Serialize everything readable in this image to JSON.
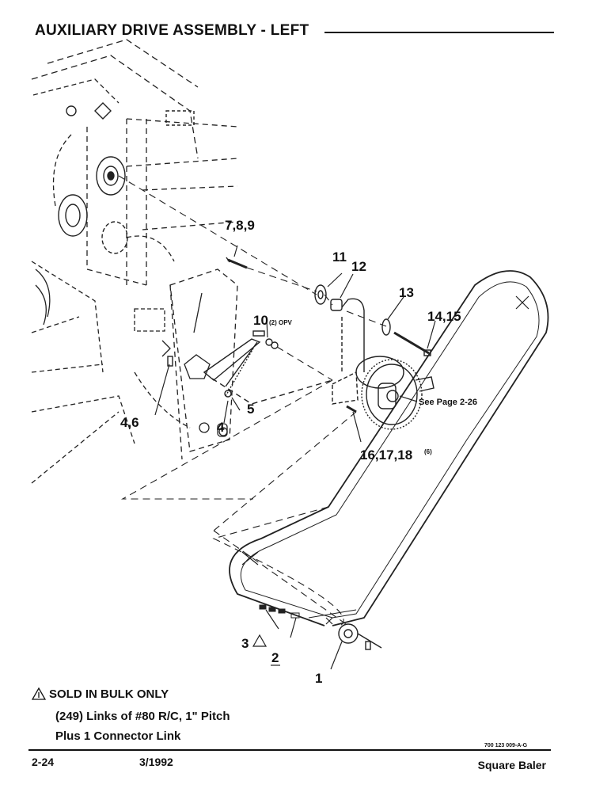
{
  "header": {
    "title": "AUXILIARY DRIVE ASSEMBLY - LEFT"
  },
  "callouts": {
    "c_7_8_9": "7,8,9",
    "c_11": "11",
    "c_12": "12",
    "c_13": "13",
    "c_14_15": "14,15",
    "c_10": "10",
    "c_10_qty": "(2) OPV",
    "c_4_6": "4,6",
    "c_5": "5",
    "c_4": "4",
    "c_16_17_18": "16,17,18",
    "c_16_17_18_qty": "(6)",
    "see_page": "See Page 2-26",
    "c_3": "3",
    "c_2": "2",
    "c_1": "1"
  },
  "note": {
    "icon": "warning-triangle-1-icon",
    "line1": "SOLD IN BULK ONLY",
    "line2": "(249) Links of #80 R/C, 1\" Pitch",
    "line3": "Plus 1 Connector Link"
  },
  "footer": {
    "doc_code": "700 123 009-A-G",
    "page_number": "2-24",
    "date": "3/1992",
    "product": "Square Baler"
  }
}
